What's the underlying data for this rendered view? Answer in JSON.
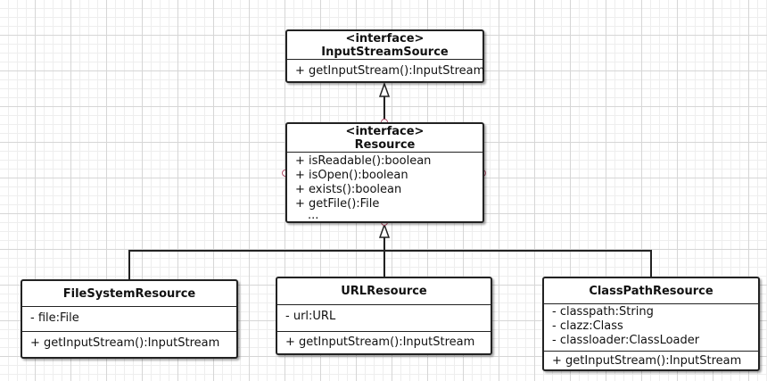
{
  "diagram": {
    "type": "uml-class-diagram",
    "colors": {
      "line": "#222222",
      "port": "#b0506a",
      "background": "#ffffff"
    },
    "classes": {
      "input_stream_source": {
        "stereotype": "<interface>",
        "name": "InputStreamSource",
        "attributes": [],
        "methods": [
          "+ getInputStream():InputStream"
        ]
      },
      "resource": {
        "stereotype": "<interface>",
        "name": "Resource",
        "attributes": [],
        "methods": [
          "+ isReadable():boolean",
          "+ isOpen():boolean",
          "+ exists():boolean",
          "+ getFile():File",
          "..."
        ]
      },
      "file_system_resource": {
        "name": "FileSystemResource",
        "attributes": [
          "- file:File"
        ],
        "methods": [
          "+ getInputStream():InputStream"
        ]
      },
      "url_resource": {
        "name": "URLResource",
        "attributes": [
          "- url:URL"
        ],
        "methods": [
          "+ getInputStream():InputStream"
        ]
      },
      "class_path_resource": {
        "name": "ClassPathResource",
        "attributes": [
          "- classpath:String",
          "- clazz:Class",
          "- classloader:ClassLoader"
        ],
        "methods": [
          "+ getInputStream():InputStream"
        ]
      }
    },
    "relations": [
      {
        "from": "Resource",
        "to": "InputStreamSource",
        "kind": "generalization"
      },
      {
        "from": "FileSystemResource",
        "to": "Resource",
        "kind": "generalization"
      },
      {
        "from": "URLResource",
        "to": "Resource",
        "kind": "generalization"
      },
      {
        "from": "ClassPathResource",
        "to": "Resource",
        "kind": "generalization"
      }
    ]
  }
}
